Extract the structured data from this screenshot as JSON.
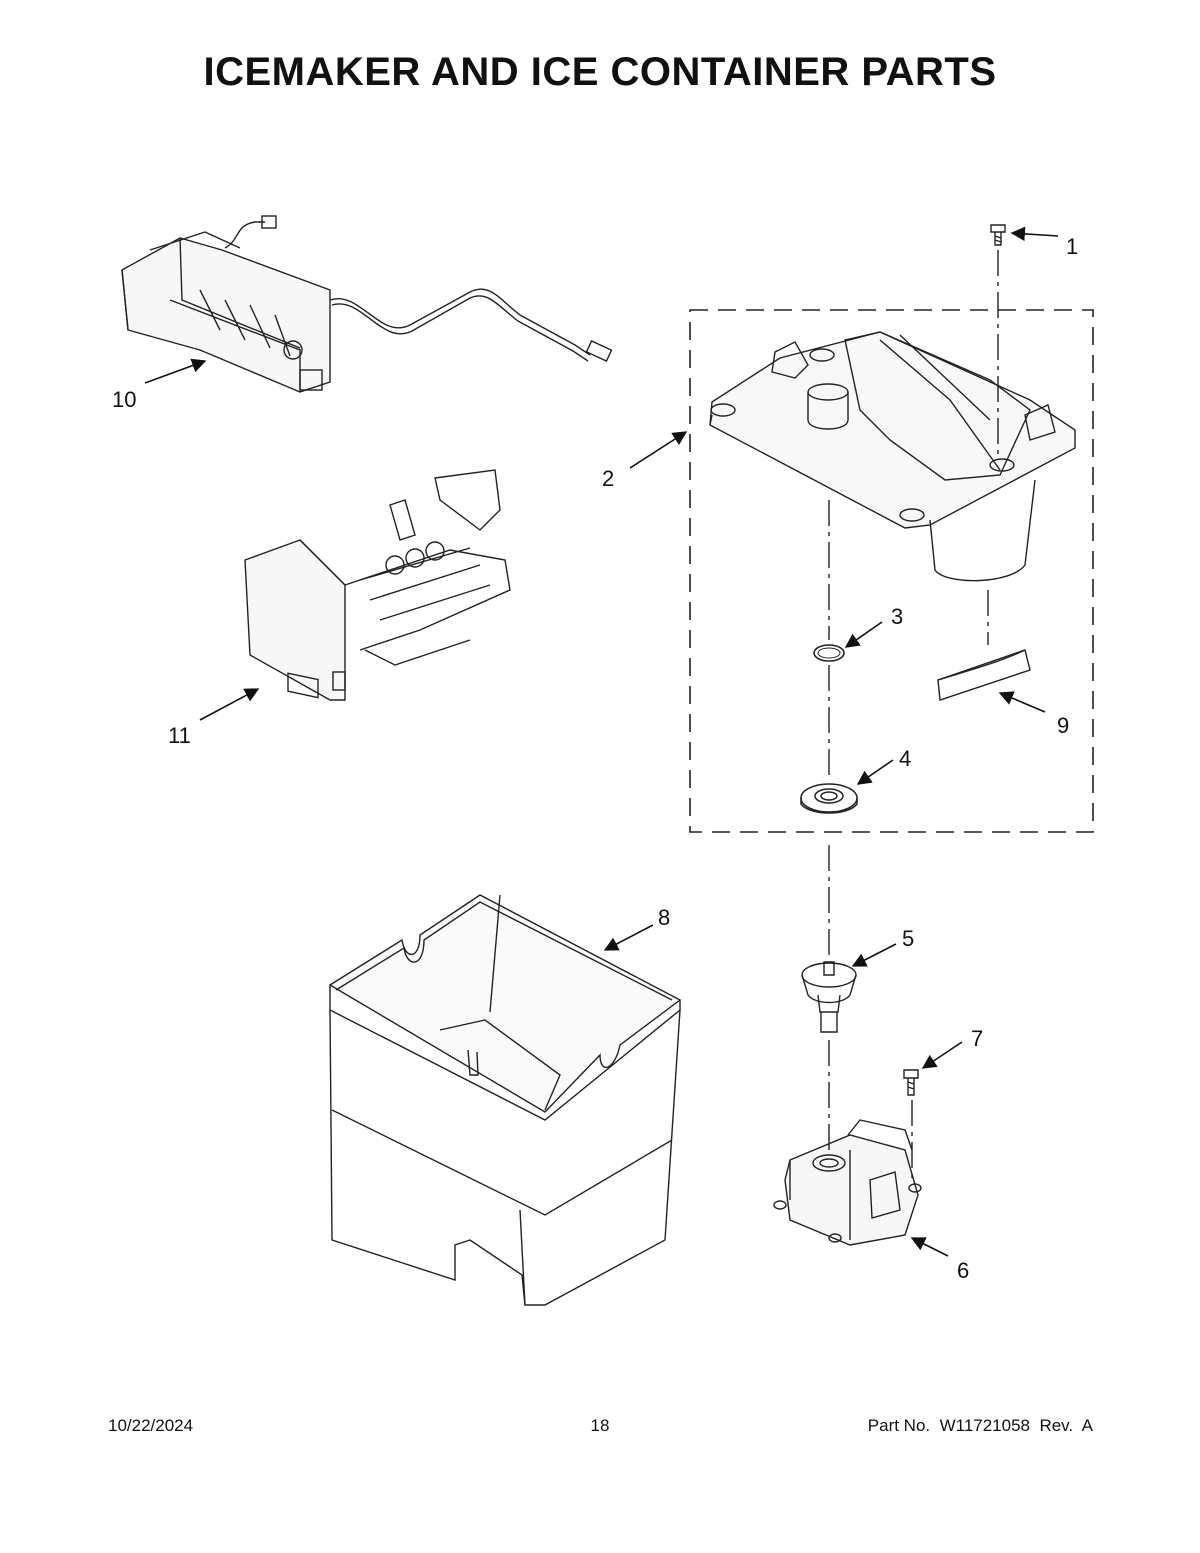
{
  "title": "ICEMAKER AND ICE CONTAINER PARTS",
  "callouts": [
    "1",
    "2",
    "3",
    "4",
    "5",
    "6",
    "7",
    "8",
    "9",
    "10",
    "11"
  ],
  "footer": {
    "date": "10/22/2024",
    "page": "18",
    "part_no": "Part No.  W11721058  Rev.  A"
  }
}
